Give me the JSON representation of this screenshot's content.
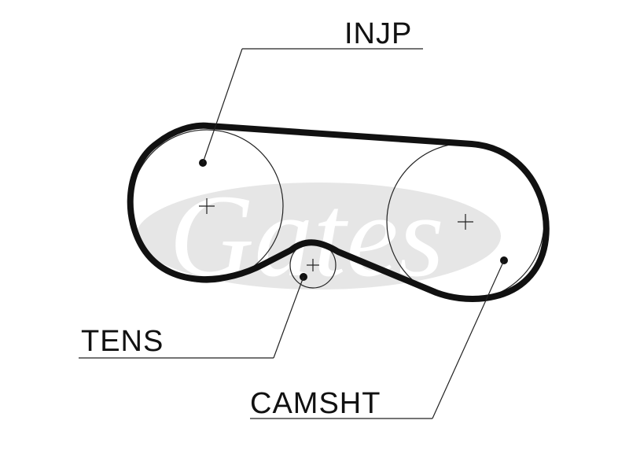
{
  "labels": {
    "injp": "INJP",
    "tens": "TENS",
    "camsht": "CAMSHT"
  },
  "watermark": {
    "text": "Gates"
  },
  "colors": {
    "ink": "#111111",
    "watermark": "#e6e6e6",
    "background": "#ffffff"
  }
}
